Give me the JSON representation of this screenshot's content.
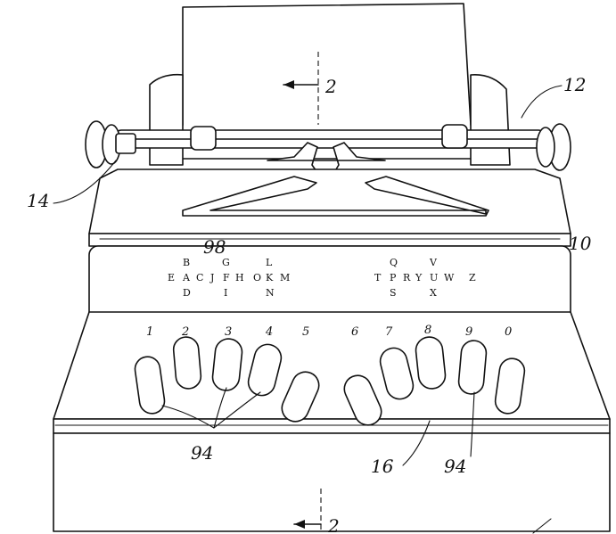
{
  "reference_numerals": {
    "section_mark_top": "2",
    "section_mark_bottom": "2",
    "platen_knob_right": "12",
    "platen_knob_left": "14",
    "housing": "10",
    "chart_panel": "98",
    "keys": "94",
    "keys_right": "94",
    "keyboard_base": "16"
  },
  "key_numbers": [
    "1",
    "2",
    "3",
    "4",
    "5",
    "6",
    "7",
    "8",
    "9",
    "0"
  ],
  "letter_groups": [
    {
      "top": "B",
      "left": "E",
      "center": "A",
      "right": "C",
      "bottom": "D"
    },
    {
      "top": "G",
      "left": "J",
      "center": "F",
      "right": "H",
      "bottom": "I"
    },
    {
      "top": "L",
      "left": "O",
      "center": "K",
      "right": "M",
      "bottom": "N"
    },
    {
      "top": "Q",
      "left": "T",
      "center": "P",
      "right": "R",
      "bottom": "S"
    },
    {
      "top": "V",
      "left": "Y",
      "center": "U",
      "right": "W",
      "bottom": "X"
    }
  ],
  "extra_letter": "Z"
}
